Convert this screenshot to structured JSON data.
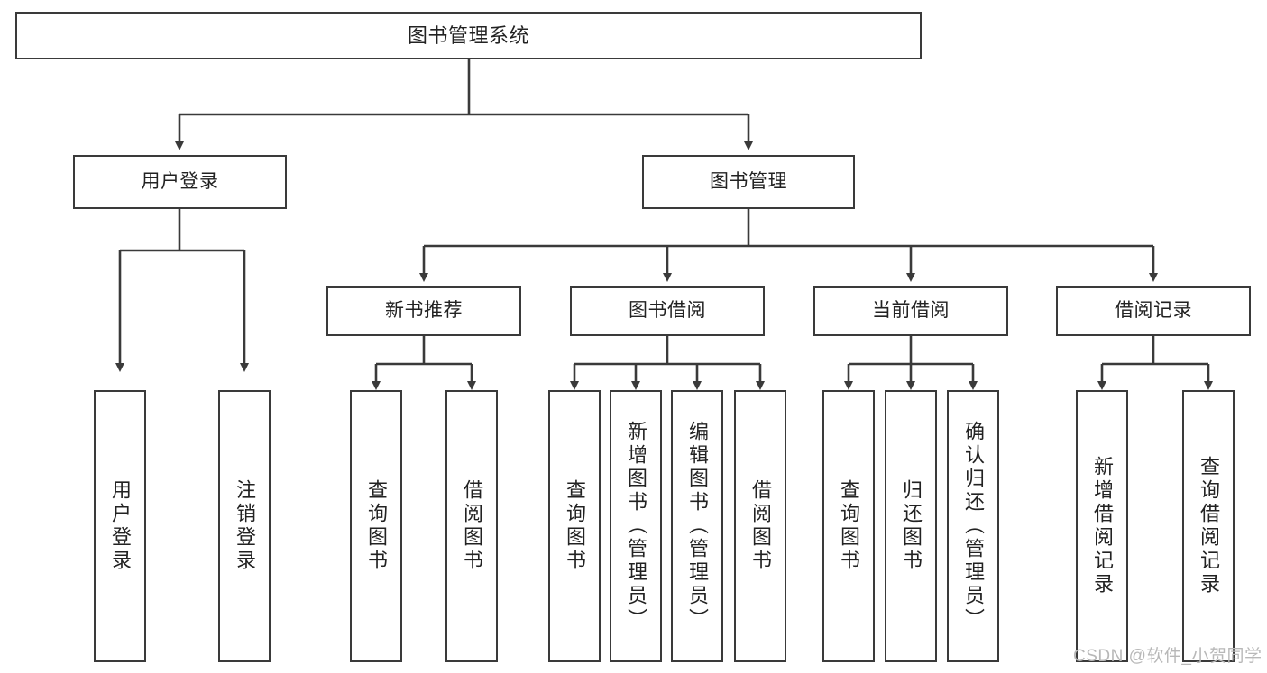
{
  "diagram": {
    "title": "图书管理系统",
    "levels": {
      "root": {
        "label": "图书管理系统"
      },
      "level2": [
        {
          "label": "用户登录"
        },
        {
          "label": "图书管理"
        }
      ],
      "level3": [
        {
          "label": "新书推荐"
        },
        {
          "label": "图书借阅"
        },
        {
          "label": "当前借阅"
        },
        {
          "label": "借阅记录"
        }
      ],
      "leaves": {
        "user_login": [
          {
            "label": "用户登录"
          },
          {
            "label": "注销登录"
          }
        ],
        "new_book_recommend": [
          {
            "label": "查询图书"
          },
          {
            "label": "借阅图书"
          }
        ],
        "book_borrow": [
          {
            "label": "查询图书"
          },
          {
            "label": "新增图书（管理员）"
          },
          {
            "label": "编辑图书（管理员）"
          },
          {
            "label": "借阅图书"
          }
        ],
        "current_borrow": [
          {
            "label": "查询图书"
          },
          {
            "label": "归还图书"
          },
          {
            "label": "确认归还（管理员）"
          }
        ],
        "borrow_record": [
          {
            "label": "新增借阅记录"
          },
          {
            "label": "查询借阅记录"
          }
        ]
      }
    },
    "colors": {
      "border": "#3a3a3a",
      "text": "#222222",
      "background": "#ffffff",
      "watermark": "#b8b8b8"
    }
  },
  "watermark": {
    "text": "CSDN @软件_小贺同学"
  }
}
